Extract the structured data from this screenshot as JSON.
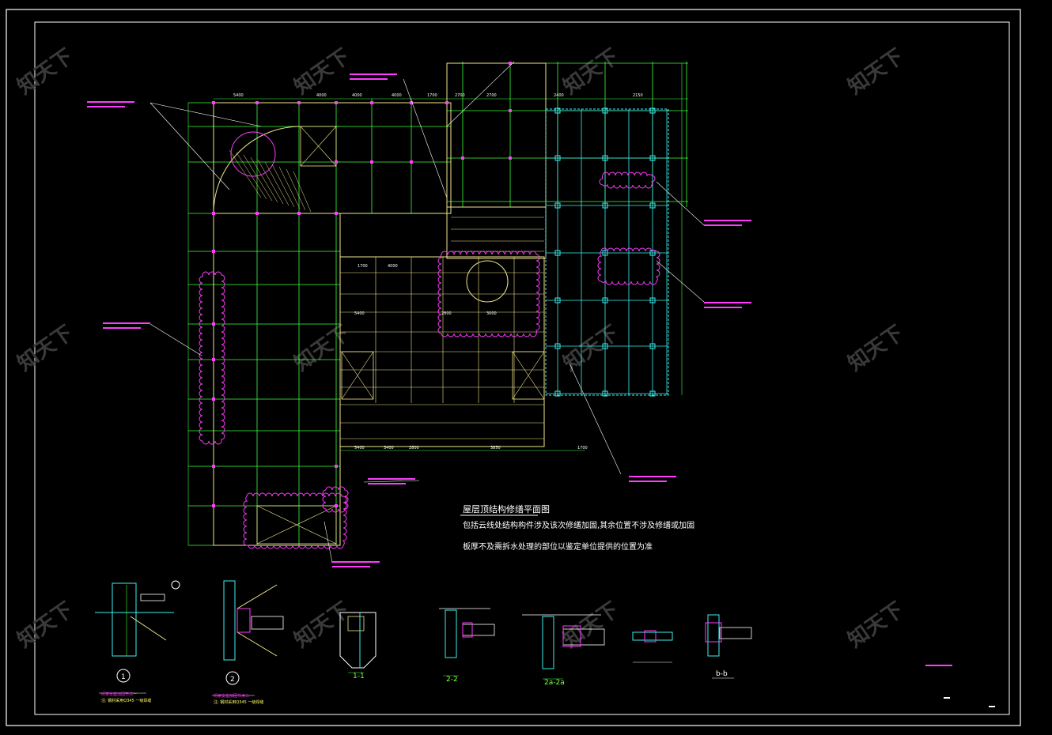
{
  "drawing": {
    "plan_title": "屋层顶结构修缮平面图",
    "note_line1": "包括云线处结构构件涉及该次修缮加固,其余位置不涉及修缮或加固",
    "note_line2": "板厚不及需拆水处理的部位以鉴定单位提供的位置为准",
    "section_labels": [
      "1-1",
      "2-2",
      "2a-2a",
      "b-b"
    ],
    "detail_numbers": [
      "1",
      "2"
    ],
    "detail_captions": [
      {
        "main": "桁架支座加固节点一",
        "sub": "注: 钢材采用Q345 一级焊缝"
      },
      {
        "main": "桁架支座加固节点二",
        "sub": "注: 钢材采用Q345 一级焊缝"
      }
    ],
    "dims_top": [
      "5400",
      "4000",
      "4000",
      "4000",
      "1700",
      "2700",
      "2700",
      "2400",
      "2150"
    ],
    "dims_bottom": [
      "5400",
      "3400",
      "2800",
      "3850",
      "1700"
    ],
    "dims_inner": [
      "1700",
      "4000",
      "5400",
      "2800",
      "3000"
    ],
    "watermark": "知天下"
  },
  "colors": {
    "frame": "#ffffff",
    "grid": "#3cff3c",
    "beam": "#f0e68c",
    "column": "#ff3cff",
    "cloud": "#ff3cff",
    "cyan": "#3cf0f0",
    "leader": "#ffffff"
  }
}
